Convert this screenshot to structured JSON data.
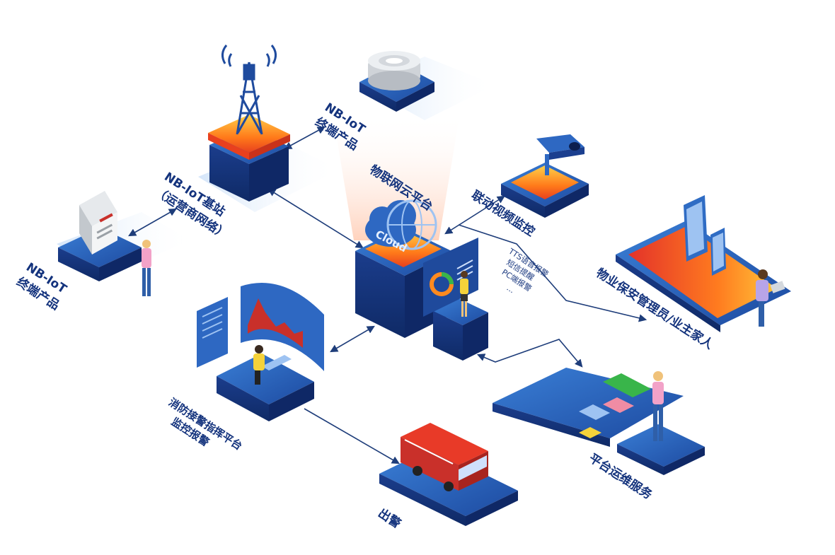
{
  "nodes": {
    "nb_iot_terminal_top": {
      "line1": "NB-IoT",
      "line2": "终端产品"
    },
    "nb_iot_terminal_left": {
      "line1": "NB-IoT",
      "line2": "终端产品"
    },
    "base_station": {
      "line1": "NB-IoT基站",
      "line2": "（运营商网络）"
    },
    "cloud_platform": {
      "title": "物联网云平台",
      "badge": "Cloud"
    },
    "video_monitor": {
      "label": "联动视频监控"
    },
    "alerts": {
      "items": [
        "TTS语音报警",
        "短信提醒",
        "PC端报警",
        "..."
      ]
    },
    "users": {
      "label": "物业保安管理员/业主家人"
    },
    "fire_command": {
      "line1": "消防接警指挥平台",
      "line2": "监控报警"
    },
    "dispatch": {
      "label": "出警"
    },
    "ops_service": {
      "label": "平台运维服务"
    }
  },
  "colors": {
    "platform_dark": "#1b3f8f",
    "platform_light": "#2f6cc4",
    "platform_side": "#163274",
    "accent_orange": "#ff7a1a",
    "accent_yellow": "#ffc83a",
    "accent_red": "#e83a28",
    "line": "#1e3d7a",
    "label": "#14337d"
  }
}
